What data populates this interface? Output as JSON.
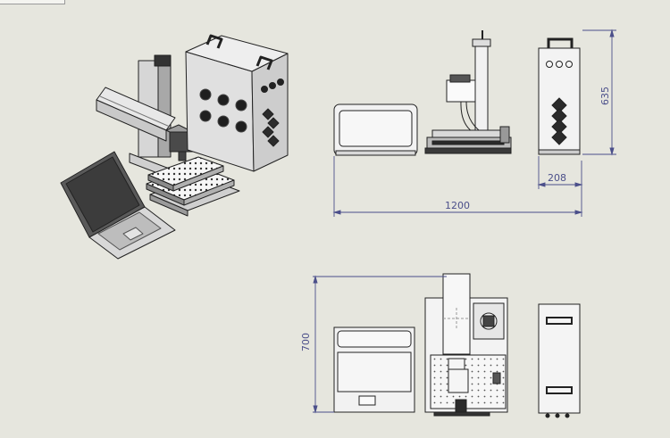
{
  "dimensions": {
    "total_width": "1200",
    "height": "635",
    "cabinet_depth": "208",
    "top_depth": "700"
  },
  "colors": {
    "background": "#e6e6de",
    "line": "#2a2a2a",
    "dimension": "#4b4f8a",
    "machine_dark": "#3a3a3a"
  }
}
